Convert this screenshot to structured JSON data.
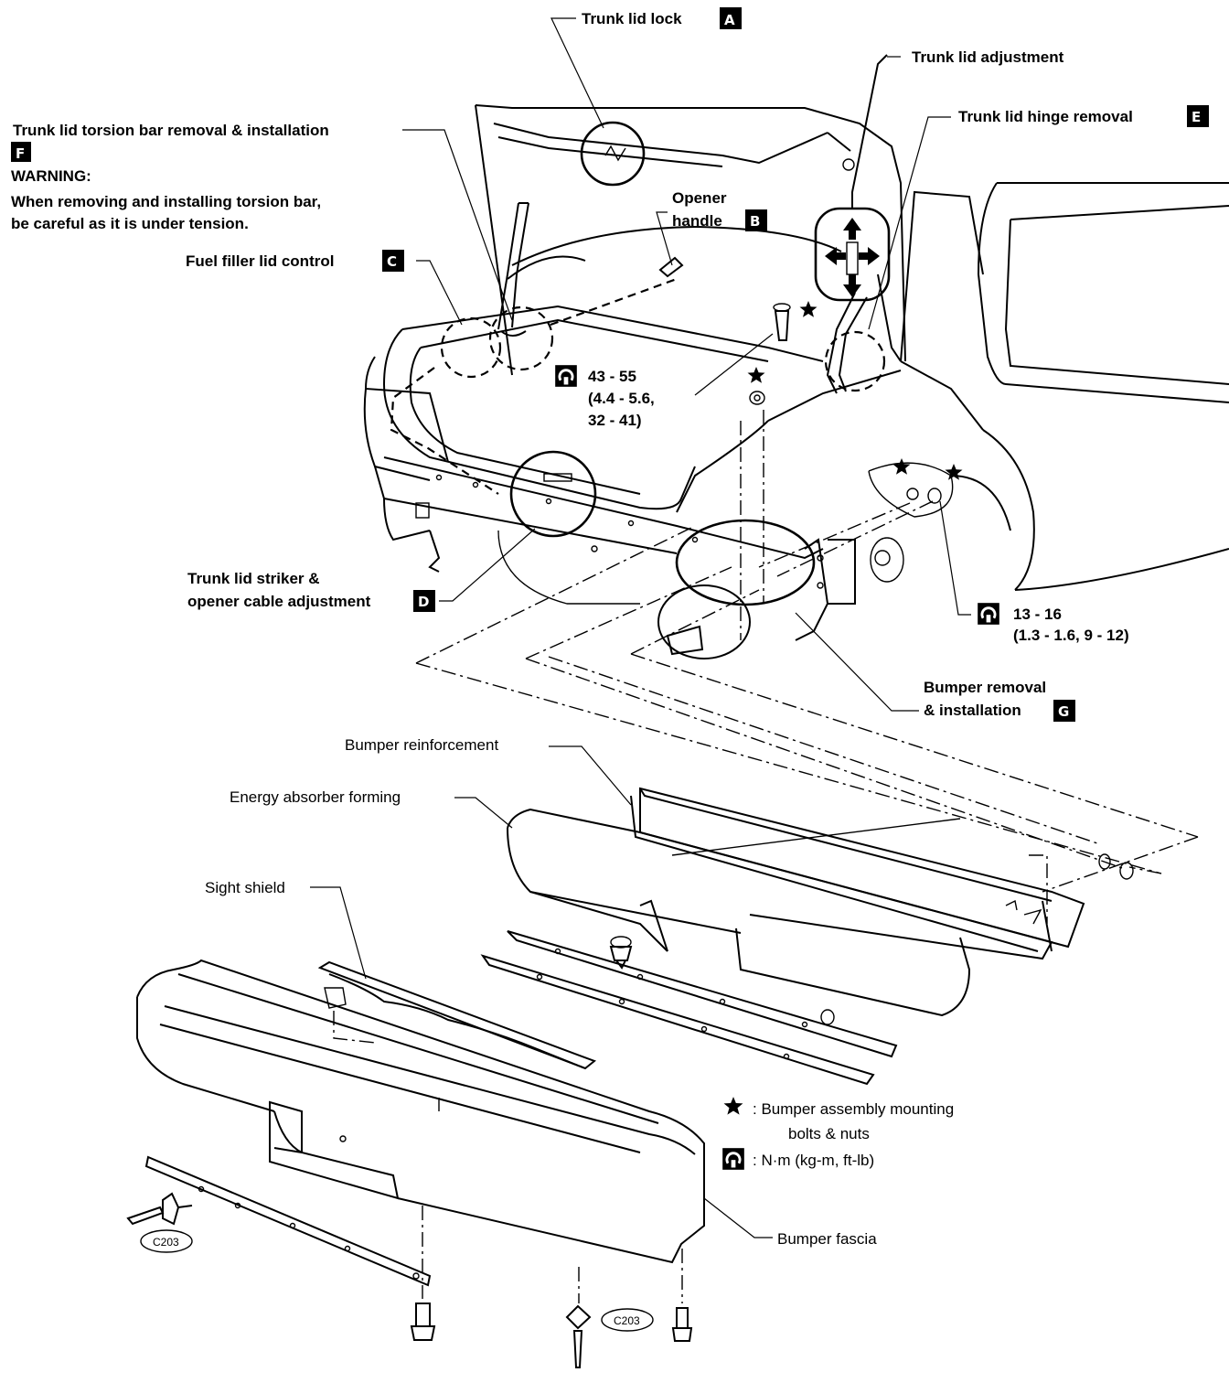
{
  "labels": {
    "trunk_lid_lock": "Trunk lid lock",
    "trunk_lid_adjustment": "Trunk lid adjustment",
    "trunk_lid_hinge_removal": "Trunk lid hinge  removal",
    "torsion_bar": "Trunk lid torsion bar removal & installation",
    "warning_title": "WARNING:",
    "warning_line1": "When removing and installing torsion bar,",
    "warning_line2": "be careful as it is under tension.",
    "opener_line1": "Opener",
    "opener_line2": "handle",
    "fuel_filler": "Fuel filler lid control",
    "torque1_a": "43 - 55",
    "torque1_b": "(4.4 - 5.6,",
    "torque1_c": "32 - 41)",
    "striker_line1": "Trunk lid striker &",
    "striker_line2": "opener cable adjustment",
    "torque2_a": "13 - 16",
    "torque2_b": "(1.3 - 1.6, 9 - 12)",
    "bumper_removal_line1": "Bumper removal",
    "bumper_removal_line2": "& installation",
    "bumper_reinforcement": "Bumper reinforcement",
    "energy_absorber": "Energy absorber forming",
    "sight_shield": "Sight shield",
    "bumper_fascia": "Bumper fascia",
    "legend_star_line1": ":  Bumper assembly mounting",
    "legend_star_line2": "bolts & nuts",
    "legend_torque": ":  N·m (kg-m, ft-lb)",
    "clip_code_1": "C203",
    "clip_code_2": "C203"
  },
  "badges": {
    "a": "A",
    "b": "B",
    "c": "C",
    "d": "D",
    "e": "E",
    "f": "F",
    "g": "G"
  },
  "colors": {
    "ink": "#000000",
    "paper": "#ffffff"
  },
  "icons": {
    "star": "star-icon",
    "torque_wrench": "torque-wrench-icon"
  }
}
